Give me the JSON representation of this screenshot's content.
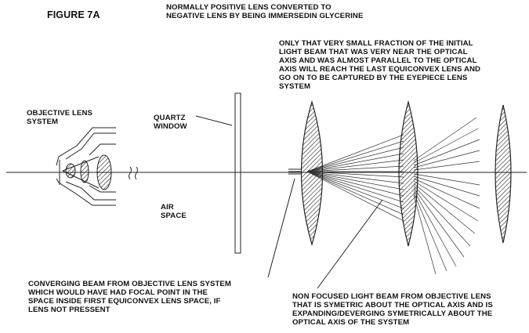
{
  "figure_label": "FIGURE 7A",
  "title": "NORMALLY POSITIVE LENS CONVERTED TO\nNEGATIVE LENS BY BEING IMMERSEDIN GLYCERINE",
  "labels": {
    "top_note": "ONLY THAT VERY SMALL FRACTION OF THE INITIAL\nLIGHT BEAM THAT WAS VERY NEAR THE OPTICAL\nAXIS AND WAS ALMOST PARALLEL TO THE OPTICAL\nAXIS WILL REACH THE LAST EQUICONVEX LENS AND\nGO ON TO BE CAPTURED BY THE EYEPIECE LENS\nSYSTEM",
    "objective": "OBJECTIVE LENS\nSYSTEM",
    "quartz": "QUARTZ\nWINDOW",
    "air": "AIR\nSPACE",
    "converging": "CONVERGING BEAM FROM OBJECTIVE LENS SYSTEM\nWHICH WOULD HAVE HAD FOCAL POINT IN THE\nSPACE INSIDE FIRST EQUICONVEX LENS SPACE, IF\nLENS NOT PRESSENT",
    "non_focused": "NON FOCUSED LIGHT BEAM FROM OBJECTIVE LENS\nTHAT IS SYMETRIC ABOUT THE OPTICAL AXIS AND IS\nEXPANDING/DEVERGING SYMETRICALLY ABOUT THE\nOPTICAL AXIS OF THE SYSTEM"
  }
}
